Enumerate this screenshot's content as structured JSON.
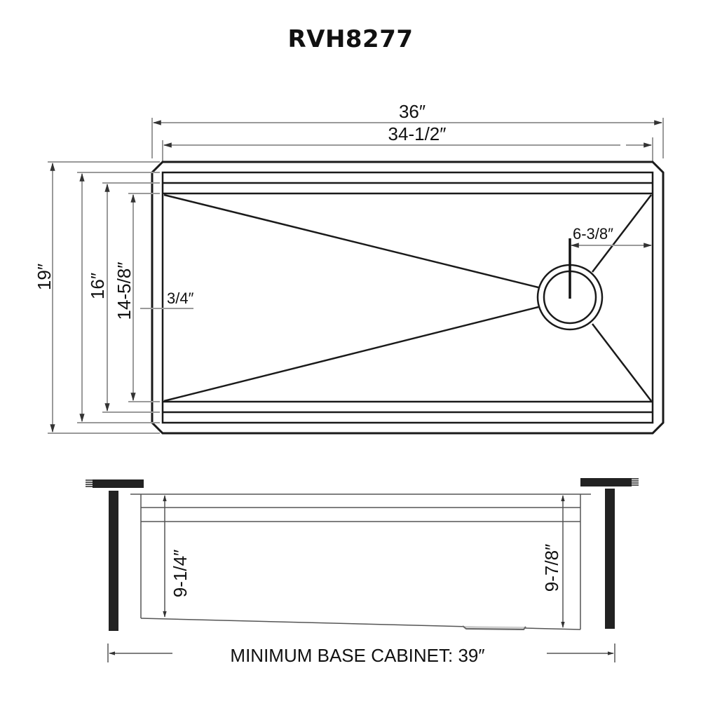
{
  "title": "RVH8277",
  "top_view": {
    "overall_width": "36″",
    "inner_width": "34-1/2″",
    "overall_depth": "19″",
    "bowl_depth_16": "16″",
    "bowl_depth_inner": "14-5/8″",
    "ledge_offset": "3/4″",
    "drain_offset": "6-3/8″"
  },
  "side_view": {
    "left_depth": "9-1/4″",
    "right_depth": "9-7/8″",
    "cabinet_label": "MINIMUM BASE CABINET: 39″"
  },
  "colors": {
    "outline": "#1a1a1a",
    "dimension_line": "#9a9a9a",
    "cabinet": "#222222",
    "background": "#ffffff"
  }
}
